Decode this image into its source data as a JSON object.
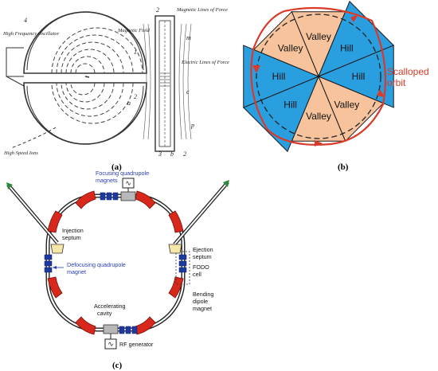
{
  "panel_a": {
    "tag": "(a)",
    "labels": {
      "oscillator": "High Frequency Oscillator",
      "magnetic_field": "Magnetic Field",
      "high_speed_ions": "High Speed Ions",
      "magnetic_lines": "Magnetic Lines of Force",
      "electric_lines": "Electric Lines of Force",
      "num_4": "4",
      "num_1": "1",
      "num_2": "2",
      "num_2b": "2",
      "num_2c": "2",
      "let_a": "a",
      "let_b": "b",
      "let_c": "c",
      "let_m": "m",
      "let_p": "p",
      "num_3": "3"
    }
  },
  "panel_b": {
    "tag": "(b)",
    "sectors": [
      "Valley",
      "Hill",
      "Hill",
      "Valley",
      "Valley",
      "Hill",
      "Hill",
      "Valley"
    ],
    "orbit_label_1": "Scalloped",
    "orbit_label_2": "orbit",
    "colors": {
      "hill": "#2a9fe0",
      "valley": "#f6c39c",
      "orbit": "#d93a2a"
    }
  },
  "panel_c": {
    "tag": "(c)",
    "focusing_1": "Focusing quadrupole",
    "focusing_2": "magnets",
    "injection_1": "Injection",
    "injection_2": "septum",
    "defocusing_1": "Defocusing quadrupole",
    "defocusing_2": "magnet",
    "ejection_1": "Ejection",
    "ejection_2": "septum",
    "fodo_1": "FODO",
    "fodo_2": "cell",
    "bending_1": "Bending",
    "bending_2": "dipole",
    "bending_3": "magnet",
    "accel_1": "Accelerating",
    "accel_2": "cavity",
    "rf": "RF generator",
    "colors": {
      "dipole": "#d8281c",
      "quad": "#1c3aa0",
      "septum": "#f4e7a8",
      "note": "#2a3db0"
    }
  }
}
